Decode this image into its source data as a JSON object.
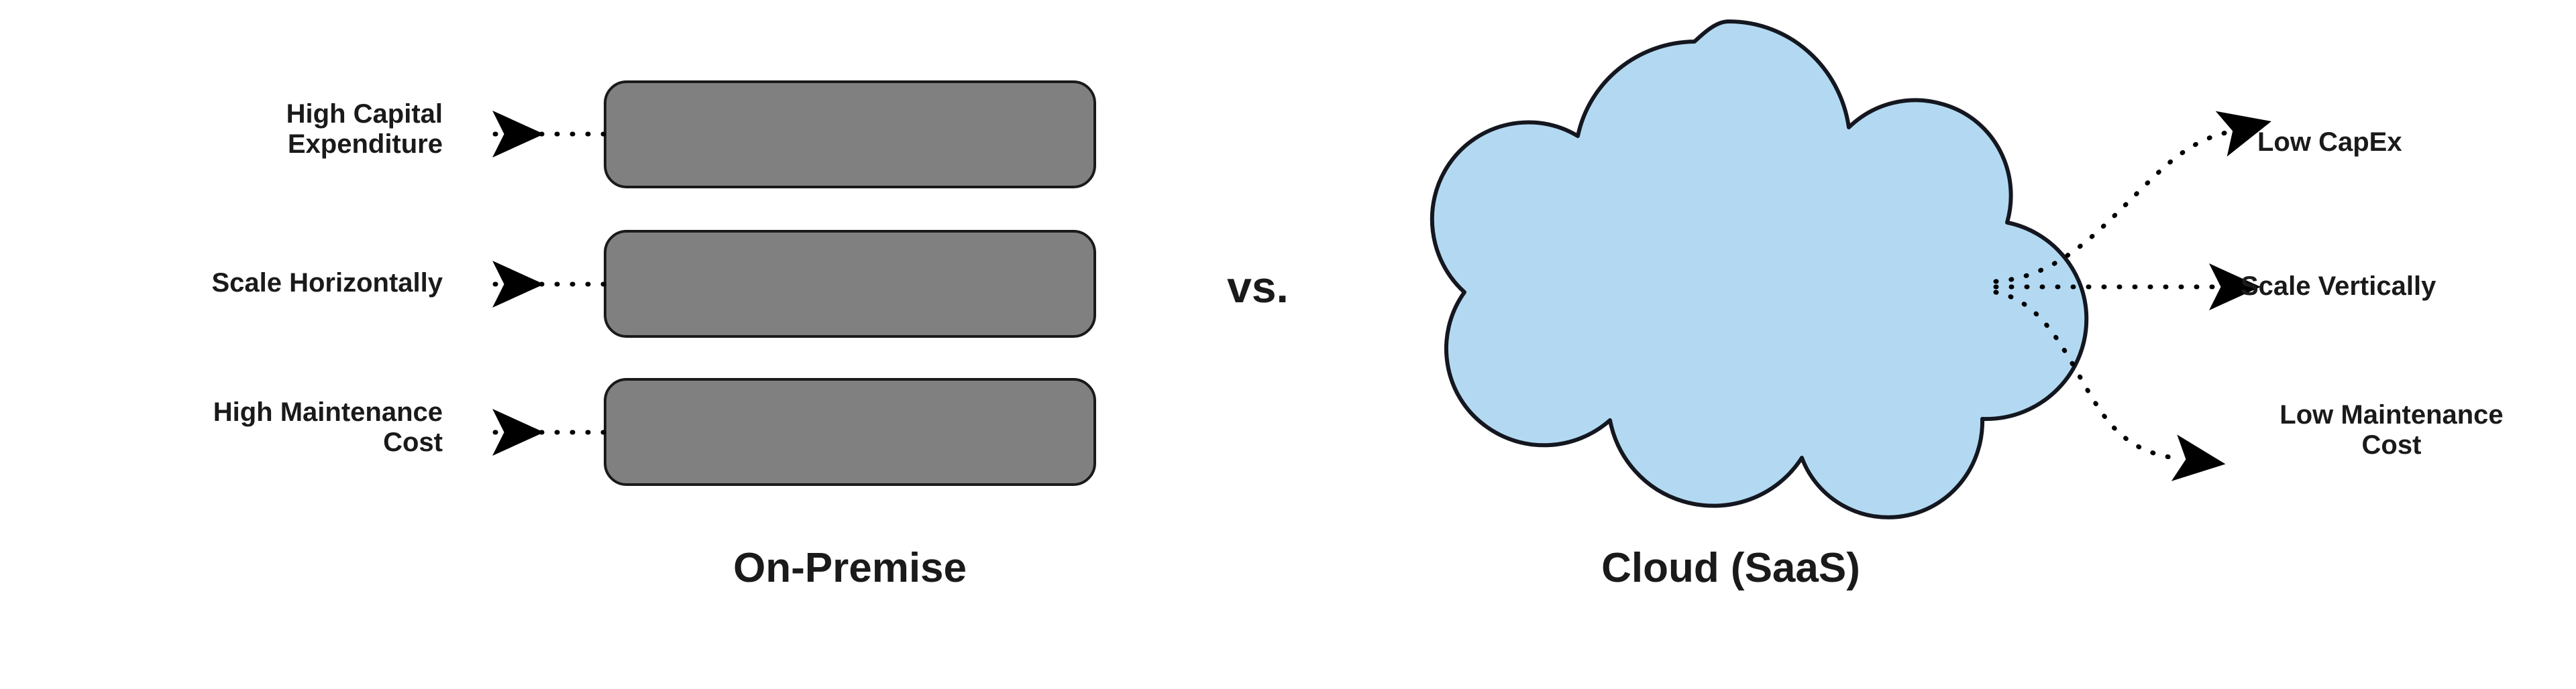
{
  "diagram": {
    "title_onpremise": "On-Premise",
    "title_cloud": "Cloud (SaaS)",
    "comparator": "vs.",
    "colors": {
      "server_fill": "#808080",
      "server_stroke": "#1a1a1a",
      "cloud_fill": "#b3d9f2",
      "cloud_stroke": "#14171f",
      "text": "#1a1a1a",
      "arrow": "#000000",
      "background": "#ffffff"
    },
    "onpremise": {
      "caption": "On-Premise",
      "attributes": [
        {
          "label": "High Capital\nExpenditure",
          "line1": "High Capital",
          "line2": "Expenditure"
        },
        {
          "label": "Scale Horizontally",
          "line1": "Scale Horizontally",
          "line2": ""
        },
        {
          "label": "High Maintenance\nCost",
          "line1": "High Maintenance",
          "line2": "Cost"
        }
      ],
      "boxes": [
        {
          "name": "server-box-1"
        },
        {
          "name": "server-box-2"
        },
        {
          "name": "server-box-3"
        }
      ]
    },
    "cloud": {
      "caption": "Cloud (SaaS)",
      "shape": "cloud",
      "attributes": [
        {
          "label": "Low CapEx",
          "line1": "Low CapEx",
          "line2": ""
        },
        {
          "label": "Scale Vertically",
          "line1": "Scale Vertically",
          "line2": ""
        },
        {
          "label": "Low Maintenance\nCost",
          "line1": "Low Maintenance",
          "line2": "Cost"
        }
      ]
    }
  }
}
